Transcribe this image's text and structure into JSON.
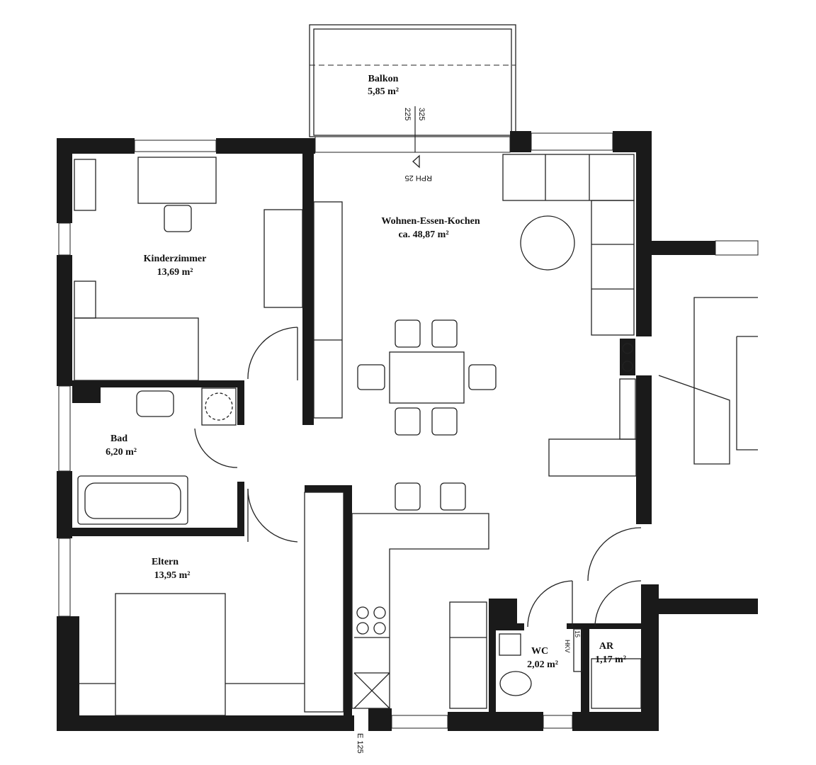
{
  "rooms": {
    "balkon": {
      "name": "Balkon",
      "area": "5,85 m²"
    },
    "kinderzimmer": {
      "name": "Kinderzimmer",
      "area": "13,69 m²"
    },
    "wohnen": {
      "name": "Wohnen-Essen-Kochen",
      "area": "ca. 48,87 m²"
    },
    "bad": {
      "name": "Bad",
      "area": "6,20 m²"
    },
    "eltern": {
      "name": "Eltern",
      "area": "13,95 m²"
    },
    "wc": {
      "name": "WC",
      "area": "2,02 m²"
    },
    "ar": {
      "name": "AR",
      "area": "1,17 m²"
    }
  },
  "annotations": {
    "dim_225": "225",
    "dim_325": "325",
    "rph": "RPH 25",
    "entrance": "E 125",
    "hkv": "HKV",
    "hkv_num": "15"
  }
}
